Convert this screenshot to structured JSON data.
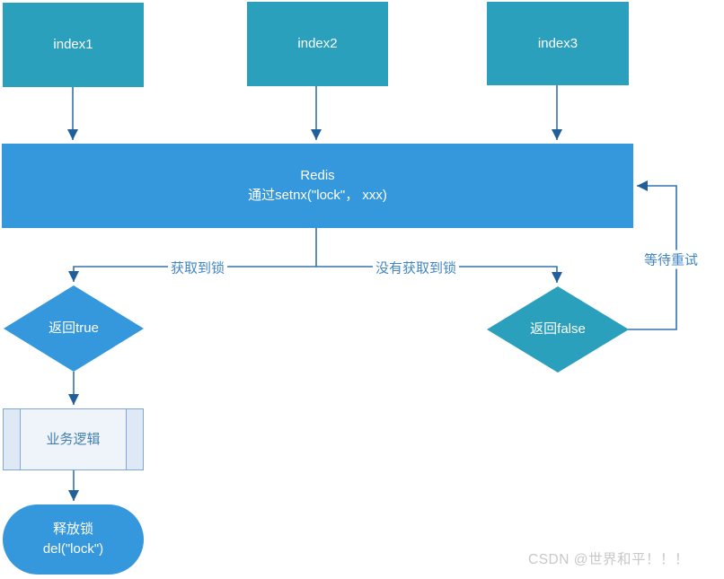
{
  "colors": {
    "teal": "#2BA0BC",
    "blue": "#3597DC",
    "line": "#3372AE",
    "arrow": "#215F9A",
    "label": "#4285C4",
    "businessBorder": "#7FA8D9",
    "businessFill": "#EFF4FB",
    "businessStrip": "#DFE9F6",
    "businessText": "#4581AD",
    "watermark": "#C8C8C8"
  },
  "nodes": {
    "index1": {
      "label": "index1"
    },
    "index2": {
      "label": "index2"
    },
    "index3": {
      "label": "index3"
    },
    "redis": {
      "title": "Redis",
      "subtitle": "通过setnx(\"lock\"， xxx)"
    },
    "return_true": {
      "label": "返回true"
    },
    "return_false": {
      "label": "返回false"
    },
    "business": {
      "label": "业务逻辑"
    },
    "release": {
      "title": "释放锁",
      "subtitle": "del(\"lock\")"
    }
  },
  "edges": {
    "acquired_label": "获取到锁",
    "not_acquired_label": "没有获取到锁",
    "retry_label": "等待重试"
  },
  "watermark": "CSDN @世界和平！！！"
}
